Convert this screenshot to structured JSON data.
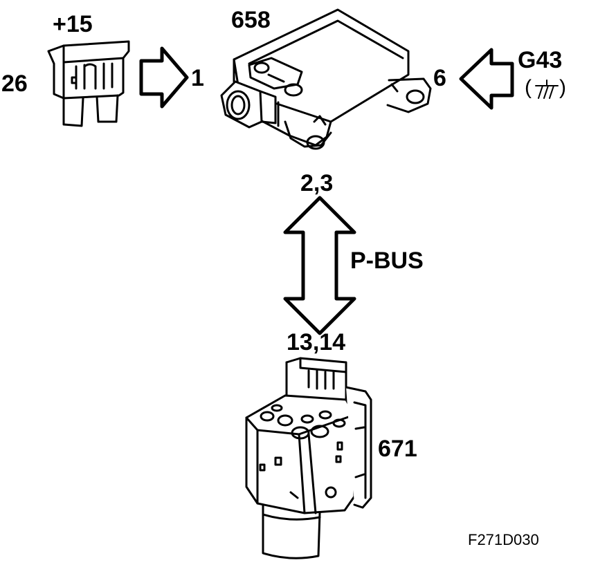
{
  "fuse": {
    "supply_label": "+15",
    "number_label": "26"
  },
  "module_658": {
    "id_label": "658",
    "pin_in_label": "1",
    "pin_ground_label": "6",
    "pin_bus_label": "2,3"
  },
  "ground": {
    "point_label": "G43",
    "symbol_open": "(",
    "symbol_close": ")"
  },
  "bus": {
    "name_label": "P-BUS"
  },
  "module_671": {
    "id_label": "671",
    "pin_bus_label": "13,14"
  },
  "figure": {
    "code_label": "F271D030"
  },
  "colors": {
    "ink": "#000000",
    "paper": "#ffffff"
  }
}
